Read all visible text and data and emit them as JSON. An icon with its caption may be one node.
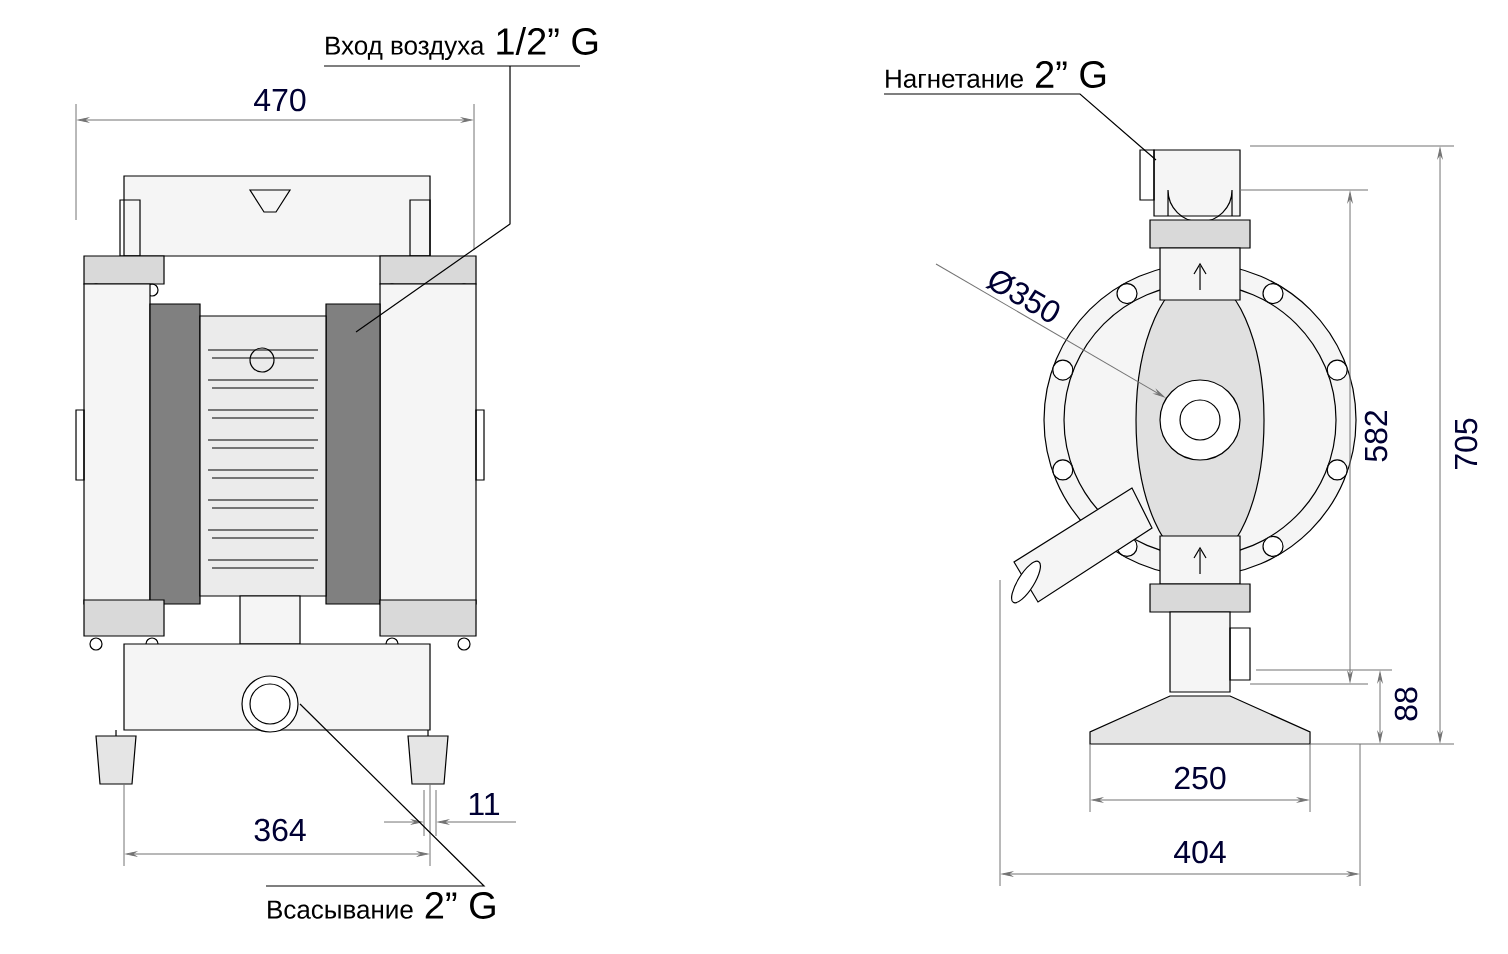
{
  "diagram": {
    "nodes": [
      {
        "text": [
          "Вход воздуха",
          "1/2” G"
        ]
      },
      {
        "text": [
          "Всасывание",
          "2” G"
        ]
      },
      {
        "text": [
          "Нагнетание",
          "2” G"
        ]
      }
    ],
    "edges": [
      {
        "from": 0,
        "to": null,
        "arrow": "none"
      },
      {
        "from": 1,
        "to": null,
        "arrow": "none"
      },
      {
        "from": 2,
        "to": null,
        "arrow": "none"
      }
    ],
    "labels": [
      "470",
      "364",
      "11",
      "Ø350",
      "582",
      "705",
      "88",
      "250",
      "404"
    ]
  }
}
